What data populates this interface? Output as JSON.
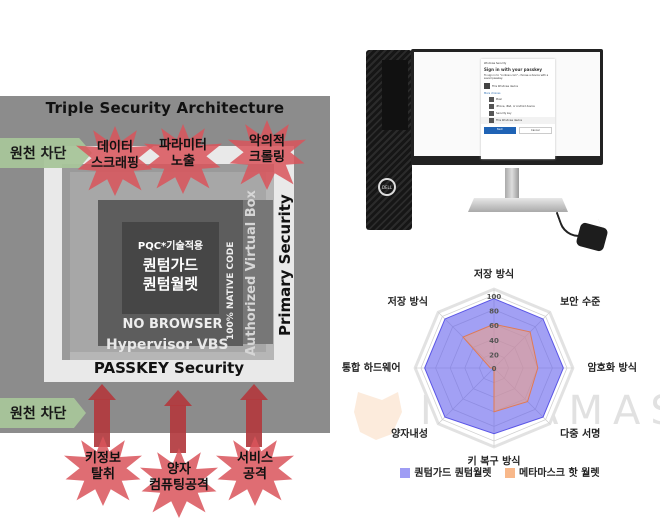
{
  "architecture": {
    "title": "Triple Security Architecture",
    "source_block_label": "원천 차단",
    "threats_top": [
      {
        "lines": [
          "데이터",
          "스크래핑"
        ]
      },
      {
        "lines": [
          "파라미터",
          "노출"
        ]
      },
      {
        "lines": [
          "악의적",
          "크롤링"
        ]
      }
    ],
    "threats_bottom": [
      {
        "lines": [
          "키정보",
          "탈취"
        ]
      },
      {
        "lines": [
          "양자",
          "컴퓨팅공격"
        ]
      },
      {
        "lines": [
          "서비스",
          "공격"
        ]
      }
    ],
    "core": {
      "pqc_label": "PQC*기술적용",
      "product_line1": "퀀텀가드",
      "product_line2": "퀀텀월렛"
    },
    "no_browser": "NO BROWSER",
    "native_code": "100% NATIVE CODE",
    "hypervisor": "Hypervisor VBS",
    "virtual_box": "Authorized  Virtual Box",
    "primary_security": "Primary Security",
    "passkey_security": "PASSKEY Security",
    "colors": {
      "background": "#8c8c8c",
      "threat": "#d9545a",
      "arrow": "#b23a3e",
      "block": "#a8c69a"
    }
  },
  "device_image": {
    "dialog_app": "Windows Security",
    "dialog_title": "Sign in with your passkey",
    "dialog_subtitle": "To sign in to \"contoso.com\", choose a device with a saved passkey.",
    "current_option": "This Windows device",
    "more_choices": "More choices",
    "options": [
      "Pixel",
      "iPhone, iPad, or Android device",
      "Security key",
      "This Windows device"
    ],
    "next_button": "Next",
    "cancel_button": "Cancel",
    "tower_brand": "DELL"
  },
  "watermark": "METAMASK",
  "chart_data": {
    "type": "radar",
    "title": "",
    "axes": [
      "저장 방식",
      "보안 수준",
      "암호화 방식",
      "다중 서명",
      "키 복구 방식",
      "양자내성",
      "통합 하드웨어",
      "저장 방식"
    ],
    "rlim": [
      0,
      100
    ],
    "ticks": [
      0,
      20,
      40,
      60,
      80,
      100
    ],
    "grid": true,
    "legend_position": "bottom",
    "series": [
      {
        "name": "퀀텀가드 퀀텀월렛",
        "color": "#7b78f0",
        "values": [
          95,
          95,
          95,
          95,
          90,
          95,
          95,
          95
        ]
      },
      {
        "name": "메타마스크 핫 월렛",
        "color": "#f4a98a",
        "values": [
          60,
          70,
          60,
          65,
          60,
          0,
          5,
          60
        ]
      }
    ]
  }
}
